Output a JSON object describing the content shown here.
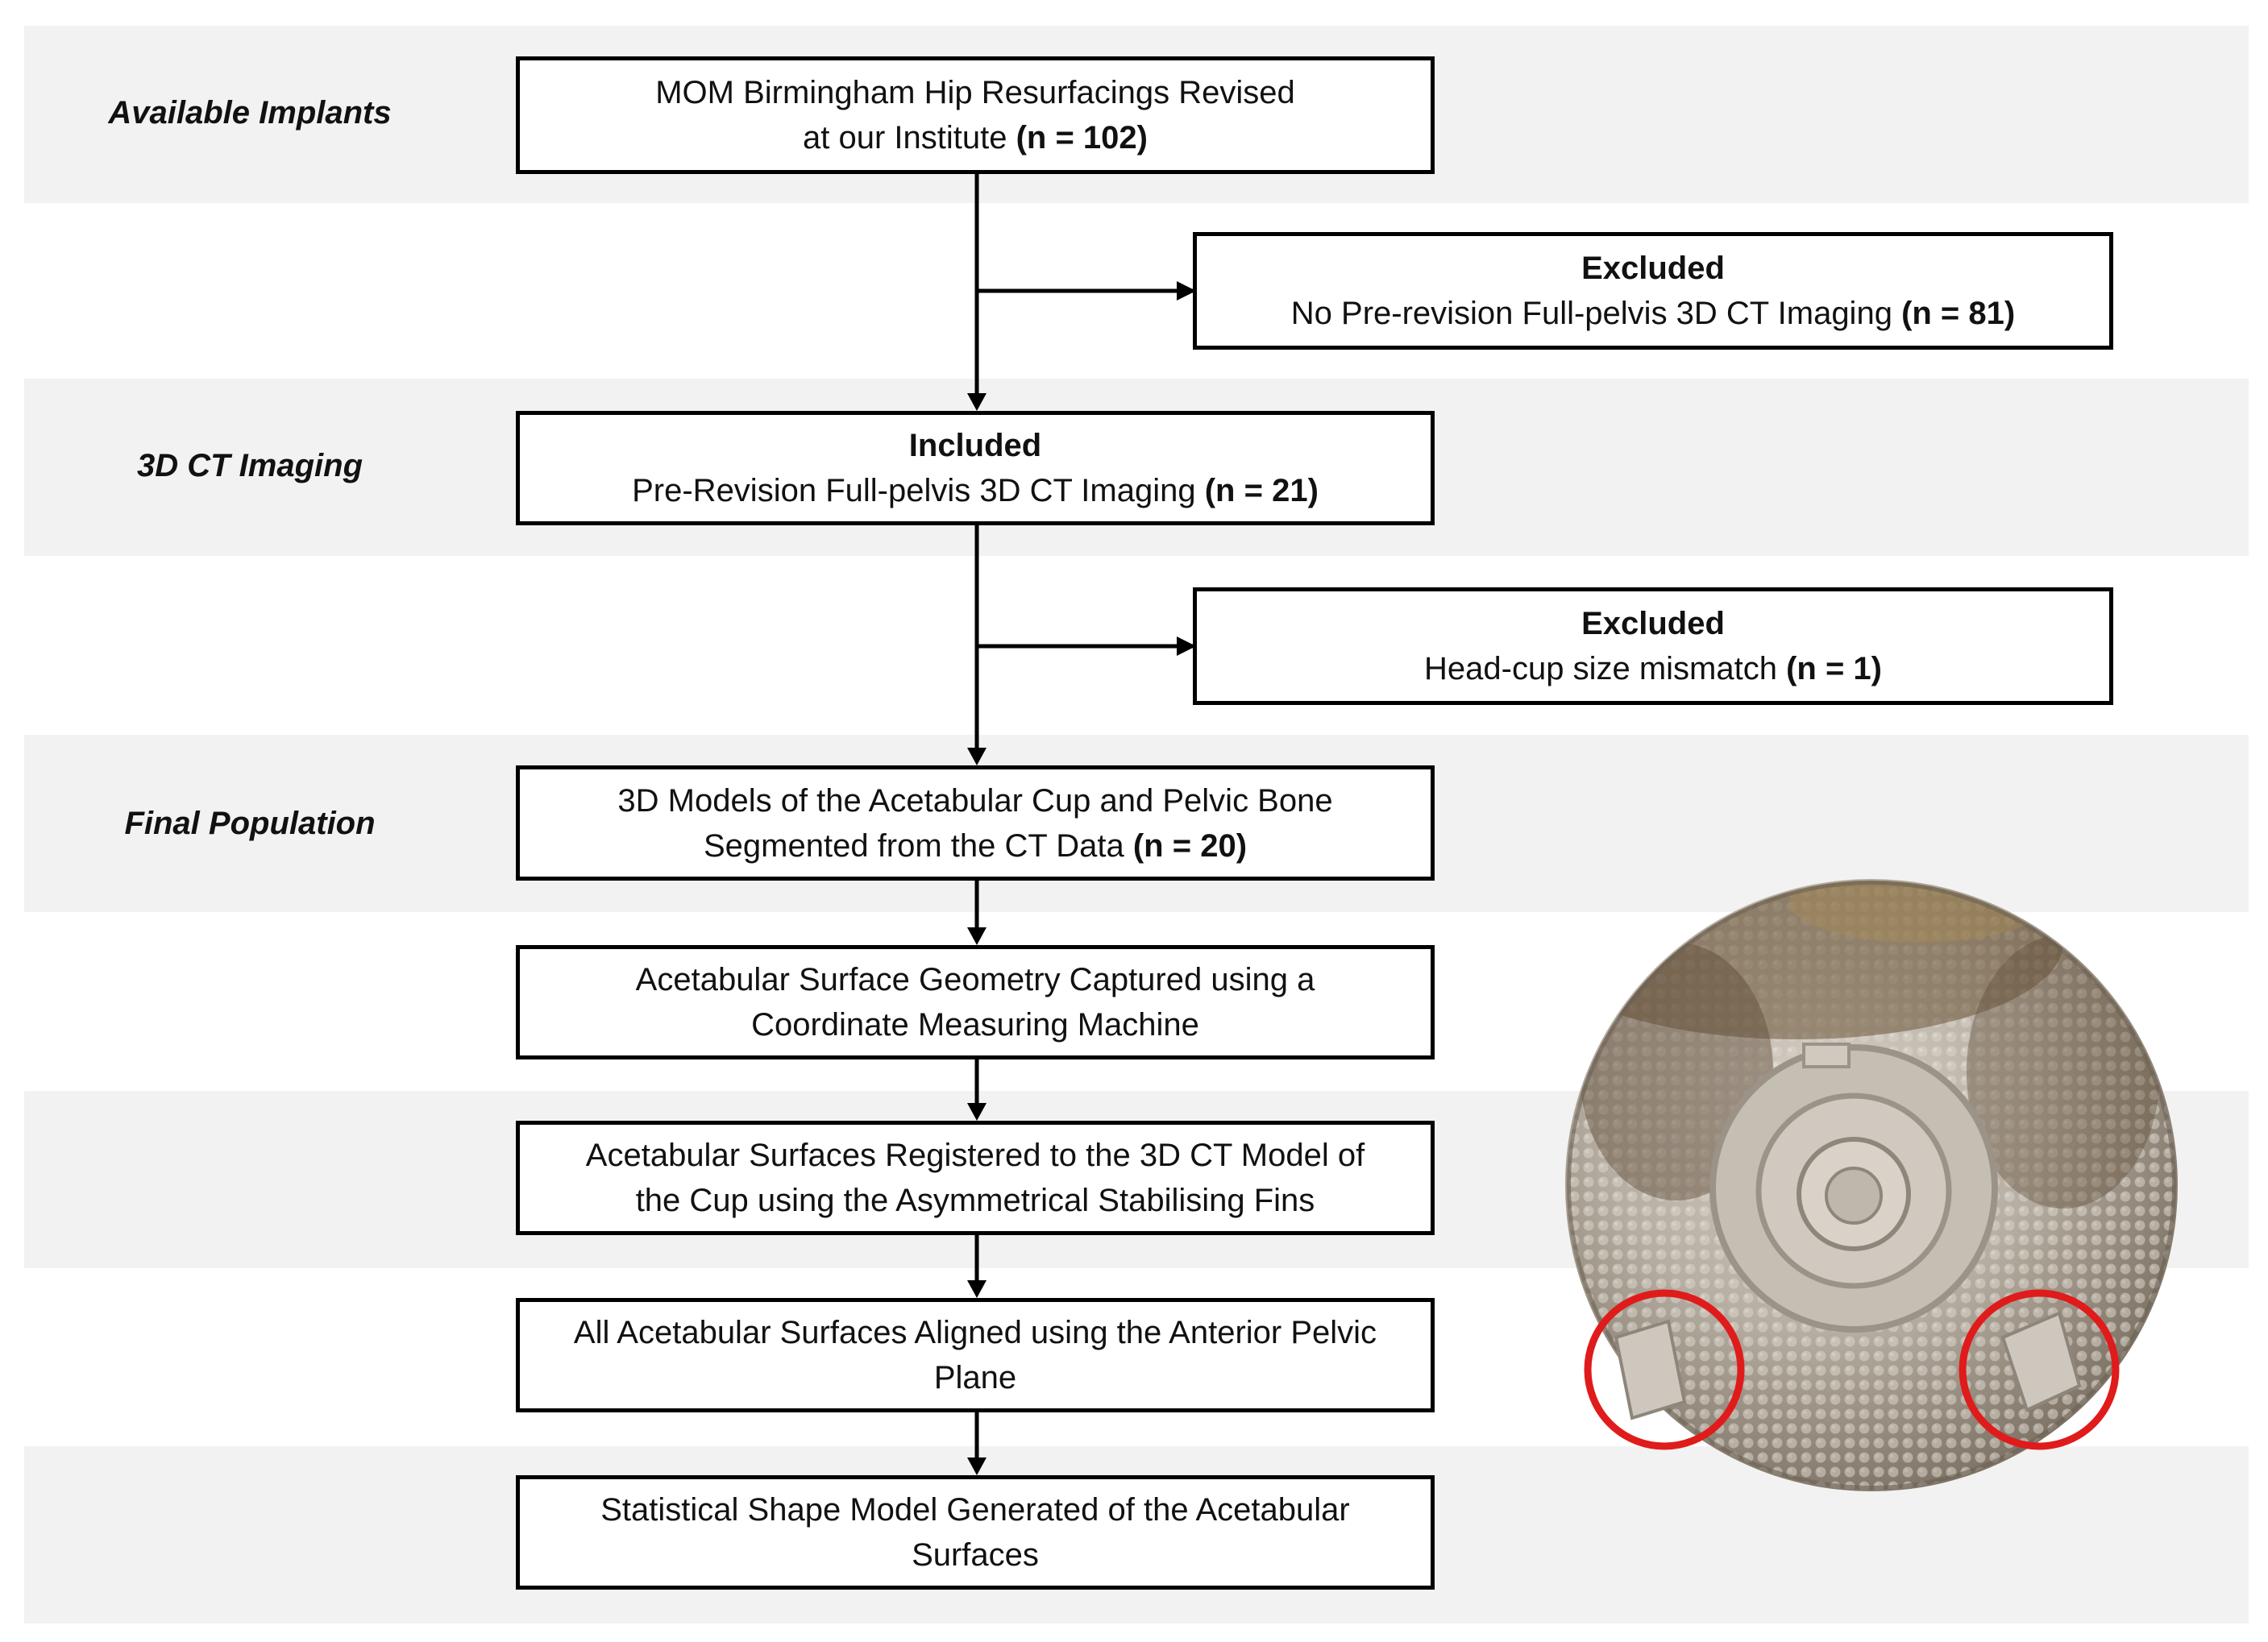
{
  "stages": {
    "available_implants": "Available Implants",
    "ct_imaging": "3D CT Imaging",
    "final_population": "Final Population"
  },
  "boxes": {
    "revised": {
      "line1": "MOM Birmingham Hip Resurfacings Revised",
      "line2": "at our Institute",
      "count": "(n = 102)"
    },
    "excluded_ct": {
      "title": "Excluded",
      "text": "No Pre-revision Full-pelvis 3D CT Imaging",
      "count": "(n = 81)"
    },
    "included": {
      "title": "Included",
      "text": "Pre-Revision Full-pelvis 3D CT Imaging",
      "count": "(n = 21)"
    },
    "excluded_mismatch": {
      "title": "Excluded",
      "text": "Head-cup size mismatch",
      "count": "(n = 1)"
    },
    "models": {
      "line1": "3D Models of the Acetabular Cup and Pelvic Bone",
      "line2": "Segmented from the CT Data",
      "count": "(n = 20)"
    },
    "cmm": {
      "line1": "Acetabular Surface Geometry Captured using a",
      "line2": "Coordinate Measuring Machine"
    },
    "registered": {
      "line1": "Acetabular Surfaces Registered to the 3D CT Model of",
      "line2": "the Cup using the Asymmetrical Stabilising Fins"
    },
    "aligned": {
      "line1": "All Acetabular Surfaces Aligned using the Anterior Pelvic",
      "line2": "Plane"
    },
    "ssm": {
      "line1": "Statistical Shape Model Generated of the Acetabular",
      "line2": "Surfaces"
    }
  },
  "colors": {
    "band": "#f2f2f2",
    "highlight_circle": "#e01b1b",
    "cup_porous": "#bdb6ab",
    "cup_dark": "#5e4a35"
  }
}
